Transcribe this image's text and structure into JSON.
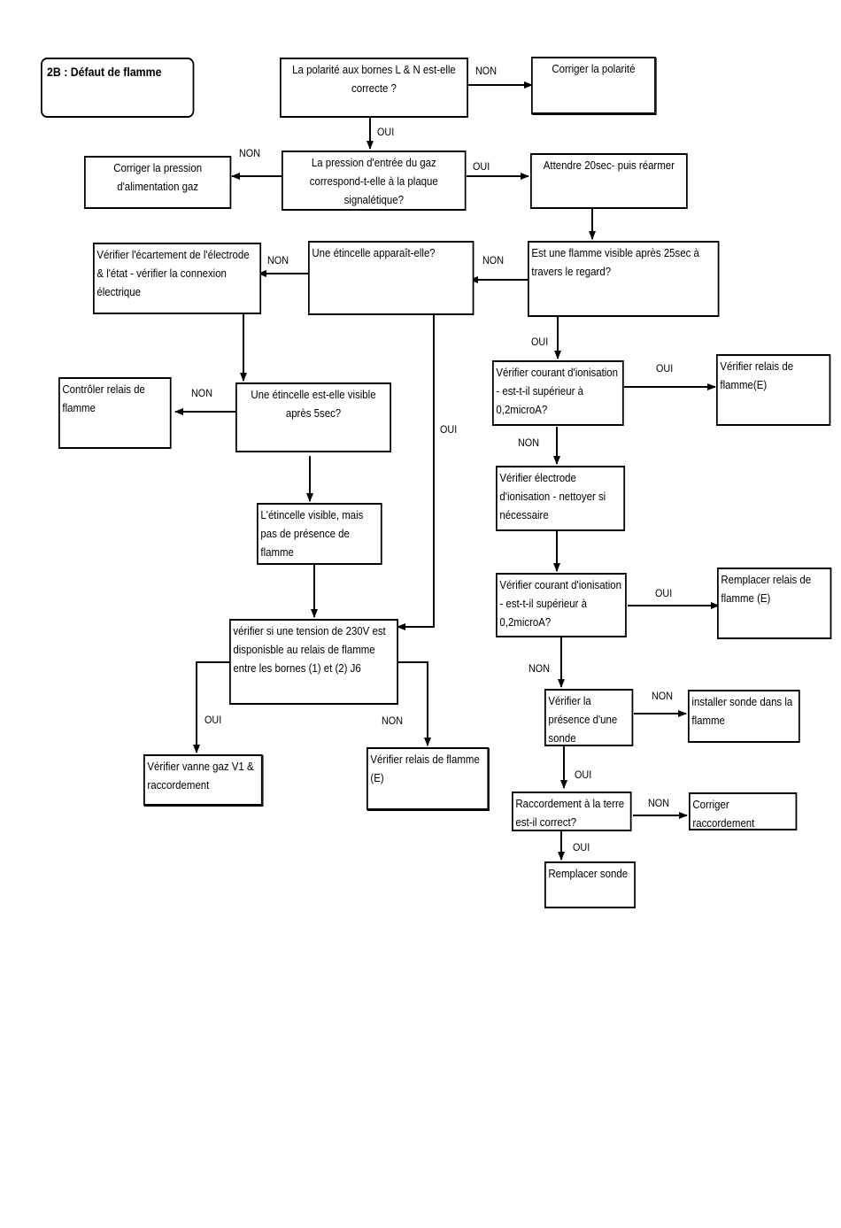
{
  "title": "2B : Défaut de flamme",
  "nodes": {
    "polarity": "La polarité aux bornes L & N est-elle correcte ?",
    "fix_polarity": "Corriger la polarité",
    "gas_pressure": "La pression d'entrée du gaz correspond-t-elle à la plaque signalétique?",
    "fix_pressure": "Corriger la pression d'alimentation gaz",
    "wait_reset": "Attendre 20sec- puis réarmer",
    "flame_visible": "Est une flamme visible après 25sec à travers le regard?",
    "spark_appears": "Une étincelle apparaît-elle?",
    "check_electrode": "Vérifier l'écartement de l'électrode & l'état - vérifier la connexion électrique",
    "control_relay": "Contrôler relais de flamme",
    "spark_visible_5s": "Une étincelle est-elle  visible après 5sec?",
    "spark_no_flame": "L'étincelle visible, mais pas de présence de flamme",
    "check_230v": "vérifier si  une tension de 230V est disponisble au relais de flamme entre les bornes (1)  et (2) J6",
    "check_valve": "Vérifier vanne gaz V1 & raccordement",
    "check_relay_bottom": "Vérifier relais de flamme (E)",
    "check_ion_current_1": "Vérifier courant d'ionisation - est-t-il supérieur à 0,2microA?",
    "check_relay_e": "Vérifier relais de flamme(E)",
    "check_ion_electrode": "Vérifier électrode d'ionisation - nettoyer si nécessaire",
    "check_ion_current_2": "Vérifier courant d'ionisation - est-t-il supérieur à 0,2microA?",
    "replace_relay": "Remplacer relais de flamme (E)",
    "check_probe": "Vérifier la présence d'une sonde",
    "install_probe": "installer sonde dans la flamme",
    "earth_connection": "Raccordement à la terre est-il correct?",
    "fix_connection": "Corriger raccordement",
    "replace_probe": "Remplacer sonde"
  },
  "labels": {
    "yes": "OUI",
    "no": "NON"
  }
}
